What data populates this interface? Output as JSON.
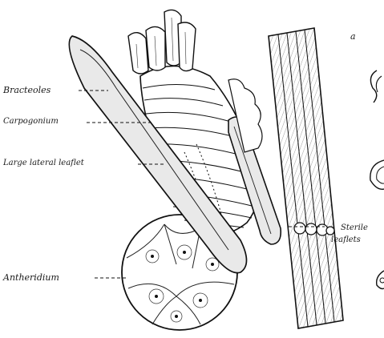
{
  "figure": {
    "panel_letter": "a",
    "labels": {
      "bracteoles": "Bracteoles",
      "carpogonium": "Carpogonium",
      "large_lateral_leaflet": "Large lateral leaflet",
      "antheridium": "Antheridium",
      "sterile_line1": "Sterile",
      "sterile_line2": "leaflets"
    }
  }
}
